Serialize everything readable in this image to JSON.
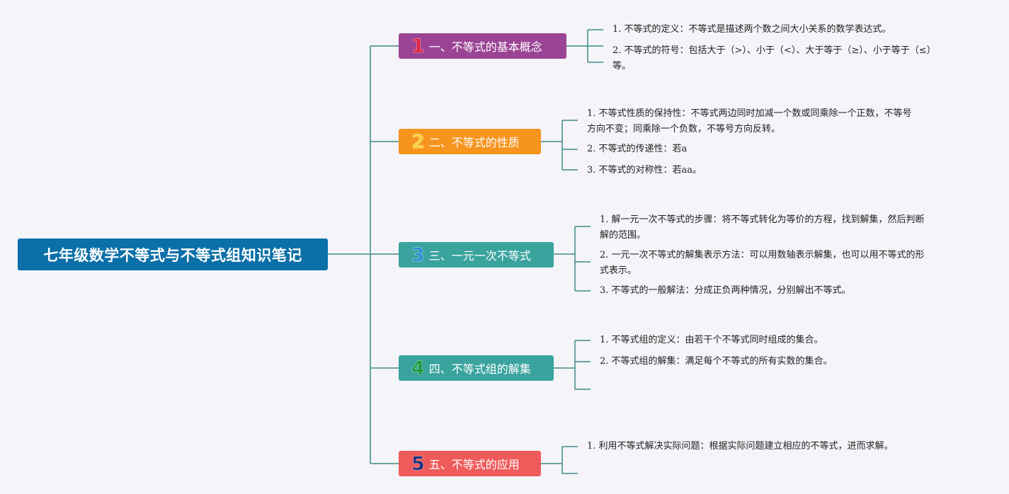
{
  "root": {
    "title": "七年级数学不等式与不等式组知识笔记",
    "color": "#0b6fa8"
  },
  "line_color": "#3f8a86",
  "branches": [
    {
      "num": "1",
      "label": "一、不等式的基本概念",
      "color": "#9b4495",
      "num_color": "#e8213a",
      "leaves": [
        [
          "1. 不等式的定义：不等式是描述两个数之间大小关系的数学表达式。"
        ],
        [
          "2. 不等式的符号：包括大于（>）、小于（<）、大于等于（≥）、小于等于（≤）",
          "等。"
        ]
      ]
    },
    {
      "num": "2",
      "label": "二、不等式的性质",
      "color": "#f7941d",
      "num_color": "#fbd13c",
      "leaves": [
        [
          "1. 不等式性质的保持性：不等式两边同时加减一个数或同乘除一个正数，不等号",
          "方向不变；同乘除一个负数，不等号方向反转。"
        ],
        [
          "2. 不等式的传递性：若a"
        ],
        [
          "3. 不等式的对称性：若aa。"
        ]
      ]
    },
    {
      "num": "3",
      "label": "三、一元一次不等式",
      "color": "#3aa39e",
      "num_color": "#2a8fd6",
      "leaves": [
        [
          "1. 解一元一次不等式的步骤：将不等式转化为等价的方程，找到解集，然后判断",
          "解的范围。"
        ],
        [
          "2. 一元一次不等式的解集表示方法：可以用数轴表示解集，也可以用不等式的形",
          "式表示。"
        ],
        [
          "3. 不等式的一般解法：分成正负两种情况，分别解出不等式。"
        ]
      ]
    },
    {
      "num": "4",
      "label": "四、不等式组的解集",
      "color": "#3aa39e",
      "num_color": "#1a9a3a",
      "leaves": [
        [
          "1. 不等式组的定义：由若干个不等式同时组成的集合。"
        ],
        [
          "2. 不等式组的解集：满足每个不等式的所有实数的集合。"
        ]
      ]
    },
    {
      "num": "5",
      "label": "五、不等式的应用",
      "color": "#ef5b5b",
      "num_color": "#23307a",
      "leaves": [
        [
          "1. 利用不等式解决实际问题：根据实际问题建立相应的不等式，进而求解。"
        ]
      ]
    }
  ]
}
